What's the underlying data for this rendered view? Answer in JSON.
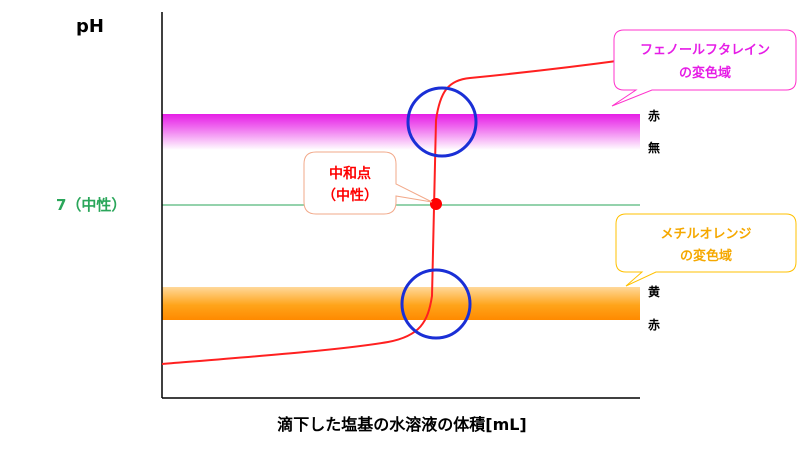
{
  "axes": {
    "y_label": "pH",
    "x_label": "滴下した塩基の水溶液の体積[mL]"
  },
  "neutral_line": {
    "label": "7（中性）",
    "color": "#2aa65a"
  },
  "equivalence_point": {
    "label_line1": "中和点",
    "label_line2": "（中性）",
    "color": "#ff0000"
  },
  "indicators": [
    {
      "name_line1": "フェノールフタレイン",
      "name_line2": "の変色域",
      "upper_color_label": "赤",
      "lower_color_label": "無",
      "band_color_top": "#e61de6",
      "band_color_bottom": "#ffffff",
      "callout_border_color": "#ff33cc",
      "text_color": "#e61de6"
    },
    {
      "name_line1": "メチルオレンジ",
      "name_line2": "の変色域",
      "upper_color_label": "黄",
      "lower_color_label": "赤",
      "band_color_top": "#ffd89a",
      "band_color_bottom": "#ff8a00",
      "callout_border_color": "#ffc000",
      "text_color": "#f5a800"
    }
  ],
  "colors": {
    "curve": "#ff2020",
    "highlight_circle": "#1a2fd6",
    "axis": "#000000"
  }
}
